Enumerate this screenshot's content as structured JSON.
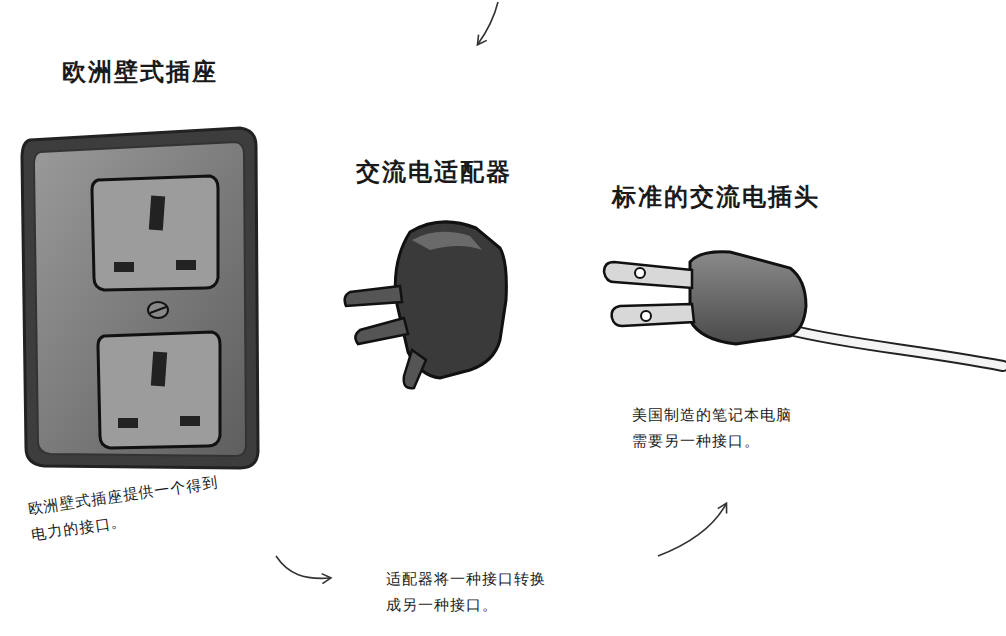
{
  "diagram": {
    "labels": [
      "欧洲壁式插座",
      "交流电适配器",
      "标准的交流电插头",
      "欧洲壁式插座提供一个得到 电力的接口。",
      "适配器将一种接口转换 成另一种接口。",
      "美国制造的笔记本电脑 需要另一种接口。"
    ]
  }
}
